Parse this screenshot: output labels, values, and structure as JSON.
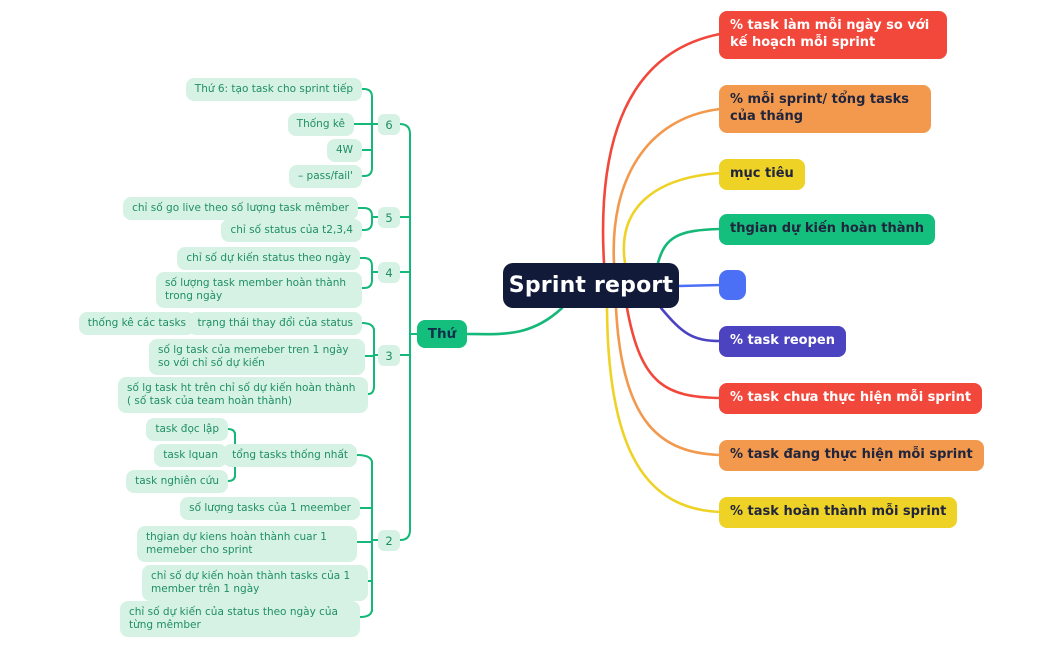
{
  "colors": {
    "red": "#f2483c",
    "orange": "#f2994e",
    "yellow": "#eed226",
    "green": "#14bf7e",
    "blue": "#4b70f5",
    "indigo": "#4c43c0",
    "navy": "#121a3a",
    "mint": "#d6f2e4",
    "mintText": "#1f8f63",
    "lineGreen": "#14b878",
    "darkText": "#20253d"
  },
  "center": {
    "label": "Sprint report"
  },
  "right": {
    "items": [
      {
        "label": "% task làm mỗi ngày so với kế hoạch mỗi sprint",
        "color": "red"
      },
      {
        "label": "% mỗi sprint/ tổng tasks của tháng",
        "color": "orange"
      },
      {
        "label": "mục tiêu",
        "color": "yellow"
      },
      {
        "label": "thgian dự kiến hoàn thành",
        "color": "green"
      },
      {
        "label": "",
        "color": "blue"
      },
      {
        "label": "% task reopen",
        "color": "indigo"
      },
      {
        "label": "% task chưa thực hiện mỗi sprint",
        "color": "red"
      },
      {
        "label": "% task đang thực hiện mỗi sprint",
        "color": "orange"
      },
      {
        "label": "% task hoàn thành mỗi sprint",
        "color": "yellow"
      }
    ]
  },
  "left": {
    "root": "Thứ",
    "groups": [
      {
        "number": "6",
        "items": [
          "Thứ 6: tạo task cho sprint tiếp",
          "Thống kê",
          "4W",
          "– pass/fail'"
        ]
      },
      {
        "number": "5",
        "items": [
          "chỉ số go live theo số lượng task mêmber",
          "chỉ số status của t2,3,4"
        ]
      },
      {
        "number": "4",
        "items": [
          "chỉ số dự kiến status theo ngày",
          "số lượng task member hoàn thành trong ngày"
        ]
      },
      {
        "number": "3",
        "sub": "thống kê các tasks",
        "items": [
          "trạng thái thay đổi của status",
          "số lg task của memeber tren 1 ngày so với chỉ số dự kiến",
          "số lg task ht trên chỉ số dự kiến hoàn thành ( số task của team hoàn thành)"
        ]
      },
      {
        "number": "2",
        "sub_items": [
          "task đọc lập",
          "task lquan",
          "task nghiên cứu"
        ],
        "items": [
          "tổng tasks thống nhất",
          "số lượng tasks của 1 meember",
          "thgian dự kiens hoàn thành cuar 1 memeber cho sprint",
          "chỉ số dự kiến hoàn thành tasks của 1 member trên 1 ngày",
          "chỉ số dự kiến của status theo ngày của từng mêmber"
        ]
      }
    ]
  }
}
